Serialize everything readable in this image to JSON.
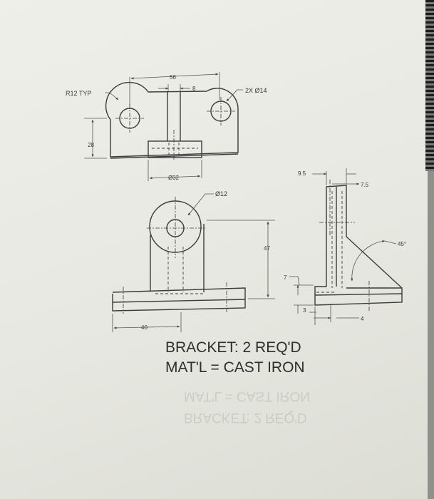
{
  "labels": {
    "fillet": "R12 TYP",
    "width_56": "56",
    "web_8": "8",
    "holes": "2X Ø14",
    "height_28": "28",
    "dia_32": "Ø32",
    "dia_12": "Ø12",
    "height_47": "47",
    "base_40": "40",
    "dim_7": "7",
    "dim_3": "3",
    "dim_9_5": "9.5",
    "dim_7_5": "7.5",
    "dim_4": "4",
    "angle_45": "45°"
  },
  "notes": {
    "part": "BRACKET: 2 REQ'D",
    "material": "MAT'L = CAST IRON"
  }
}
